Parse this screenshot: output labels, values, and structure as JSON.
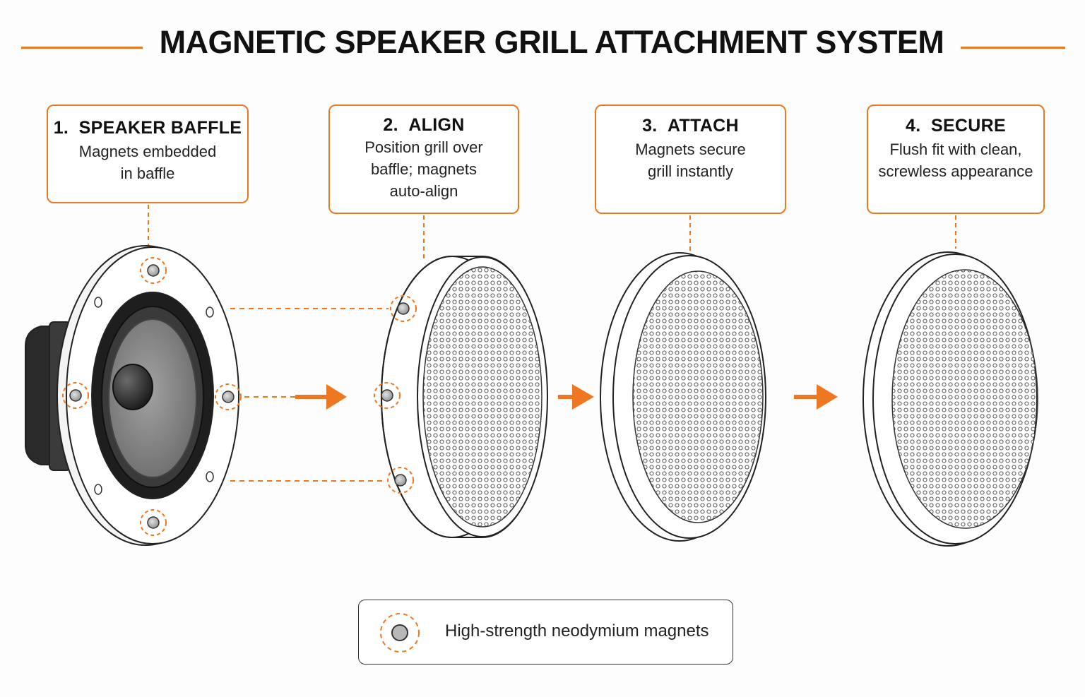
{
  "title": "MAGNETIC SPEAKER GRILL ATTACHMENT SYSTEM",
  "steps": [
    {
      "number": "1.",
      "name": "SPEAKER BAFFLE",
      "description": "Magnets embedded\nin baffle"
    },
    {
      "number": "2.",
      "name": "ALIGN",
      "description": "Position grill over\nbaffle; magnets\nauto-align"
    },
    {
      "number": "3.",
      "name": "ATTACH",
      "description": "Magnets secure\ngrill instantly"
    },
    {
      "number": "4.",
      "name": "SECURE",
      "description": "Flush fit with clean,\nscrewless appearance"
    }
  ],
  "legend": {
    "label": "High-strength neodymium magnets",
    "icon": "magnet-icon"
  },
  "colors": {
    "accent": "#ee7722",
    "outline": "#222222",
    "magnet": "#b8b8b8",
    "cone": "#8a8a8a"
  }
}
